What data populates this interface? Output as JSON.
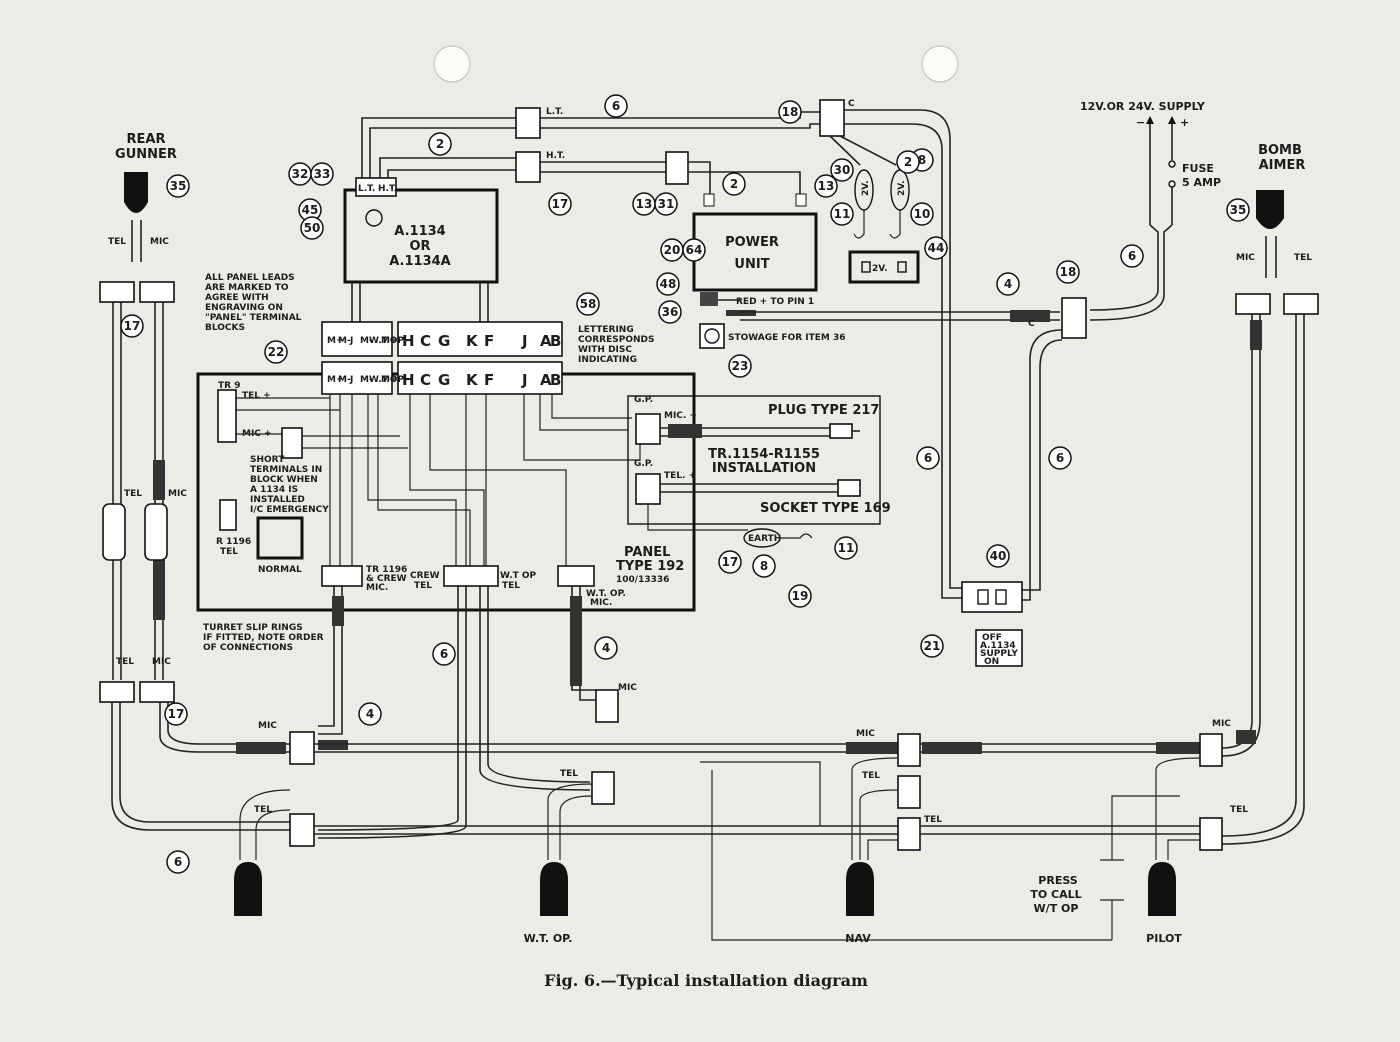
{
  "caption": "Fig. 6.—Typical installation diagram",
  "labels": {
    "rear_gunner": [
      "REAR",
      "GUNNER"
    ],
    "bomb_aimer": [
      "BOMB",
      "AIMER"
    ],
    "supply": "12V.OR 24V. SUPPLY",
    "fuse": [
      "FUSE",
      "5 AMP"
    ],
    "a1134": [
      "A.1134",
      "OR",
      "A.1134A"
    ],
    "power_unit": [
      "POWER",
      "UNIT"
    ],
    "red_pin": "RED + TO PIN 1",
    "stowage": "STOWAGE FOR ITEM 36",
    "panel_leads_note": [
      "ALL PANEL LEADS",
      "ARE MARKED TO",
      "AGREE WITH",
      "ENGRAVING ON",
      "\"PANEL\" TERMINAL",
      "BLOCKS"
    ],
    "lettering_note": [
      "LETTERING",
      "CORRESPONDS",
      "WITH DISC",
      "INDICATING"
    ],
    "plug": "PLUG TYPE 217",
    "socket": "SOCKET TYPE 169",
    "tr_install": [
      "TR.1154-R1155",
      "INSTALLATION"
    ],
    "panel192": [
      "PANEL",
      "TYPE 192",
      "100/13336"
    ],
    "short_note": [
      "SHORT",
      "TERMINALS IN",
      "BLOCK WHEN",
      "A 1134 IS",
      "INSTALLED",
      "I/C EMERGENCY"
    ],
    "normal": "NORMAL",
    "r1196": [
      "R 1196",
      "TEL"
    ],
    "tr9": "TR 9",
    "turret_note": [
      "TURRET SLIP RINGS",
      "IF FITTED, NOTE ORDER",
      "OF CONNECTIONS"
    ],
    "tr1196_crew": [
      "TR 1196",
      "& CREW",
      "MIC."
    ],
    "crew_tel": [
      "CREW",
      "TEL"
    ],
    "wt_op_tel": [
      "W.T OP",
      "TEL"
    ],
    "wt_op_mic": [
      "W.T. OP.",
      "MIC."
    ],
    "earth": "EARTH",
    "off_supply_on": [
      "OFF",
      "A.1134",
      "SUPPLY",
      "ON"
    ],
    "press_call": [
      "PRESS",
      "TO CALL",
      "W/T OP"
    ],
    "stations": [
      "W.T. OP.",
      "NAV",
      "PILOT"
    ],
    "gp": "G.P.",
    "mic": "MIC",
    "tel": "TEL",
    "lt": "L.T.",
    "ht": "H.T.",
    "c": "C",
    "two_v": "2V.",
    "tb_left": [
      "M+",
      "M-",
      "J",
      "M-",
      "W.T.OP",
      "M+"
    ],
    "tb_letters": [
      "H",
      "C",
      "G",
      "K",
      "F",
      "J",
      "A",
      "B"
    ],
    "panel_tel_plus": "TEL +",
    "panel_mic_plus": "MIC +",
    "mic_plus": "MIC. +",
    "tel_plus": "TEL. +",
    "pin_b": "B",
    "or_txt": "OR"
  },
  "callouts": [
    "35",
    "17",
    "2",
    "6",
    "18",
    "32",
    "33",
    "45",
    "50",
    "13",
    "31",
    "20",
    "64",
    "48",
    "36",
    "23",
    "30",
    "8",
    "11",
    "10",
    "44",
    "4",
    "58",
    "22",
    "40",
    "21",
    "19"
  ]
}
